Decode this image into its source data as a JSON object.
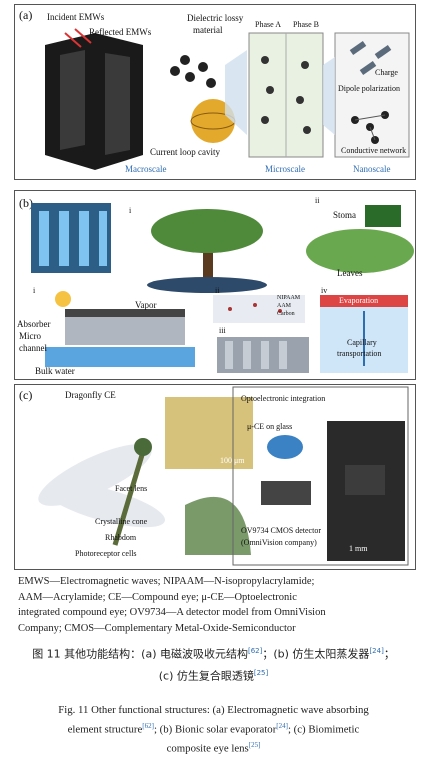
{
  "panel_a": {
    "tag": "(a)",
    "incident": "Incident EMWs",
    "reflected": "Reflected EMWs",
    "dielectric": "Dielectric lossy",
    "material": "material",
    "loop": "Current loop cavity",
    "phase_a": "Phase A",
    "phase_b": "Phase B",
    "charge": "Charge",
    "dipole": "Dipole polarization",
    "conductive": "Conductive network",
    "macro": "Macroscale",
    "micro": "Microscale",
    "nano": "Nanoscale"
  },
  "panel_b": {
    "tag": "(b)",
    "num_i_top": "i",
    "num_ii_top": "ii",
    "stoma": "Stoma",
    "leaves": "Leaves",
    "num_i": "i",
    "num_ii": "ii",
    "num_iii": "iii",
    "num_iv": "iv",
    "vapor": "Vapor",
    "absorber": "Absorber",
    "micro": "Micro",
    "channel": "channel",
    "bulk": "Bulk water",
    "nipaam": "NIPAAM",
    "aam": "AAM",
    "carbon": "Carbon",
    "evaporation": "Evaporation",
    "capillary": "Capillary",
    "transport": "transportation"
  },
  "panel_c": {
    "tag": "(c)",
    "dragonfly": "Dragonfly CE",
    "scale100": "100 μm",
    "facet": "Facet lens",
    "crystalline": "Crystalline cone",
    "rhabdom": "Rhabdom",
    "photoreceptor": "Photoreceptor cells",
    "opto": "Optoelectronic integration",
    "uce": "μ-CE on glass",
    "ov": "OV9734 CMOS detector",
    "omni": "(OmniVision company)",
    "scale1": "1 mm"
  },
  "abbr_lines": [
    "EMWS—Electromagnetic waves; NIPAAM—N-isopropylacrylamide;",
    "AAM—Acrylamide; CE—Compound eye; μ-CE—Optoelectronic",
    "integrated compound eye; OV9734—A detector model from OmniVision",
    "Company; CMOS—Complementary Metal-Oxide-Semiconductor"
  ],
  "caption_zh": {
    "line1": "图 11 其他功能结构：(a) 电磁波吸收元结构",
    "ref1": "[62]",
    "mid": "；(b) 仿生太阳蒸发器",
    "ref2": "[24]",
    "end1": "；",
    "line2": "(c) 仿生复合眼透镜",
    "ref3": "[25]"
  },
  "caption_en": {
    "line1": "Fig. 11 Other functional structures: (a) Electromagnetic wave absorbing",
    "line2a": "element structure",
    "ref1": "[62]",
    "line2b": "; (b) Bionic solar evaporator",
    "ref2": "[24]",
    "line2c": "; (c) Biomimetic",
    "line3": "composite eye lens",
    "ref3": "[25]"
  },
  "colors": {
    "accent_blue": "#2f6db3",
    "water_blue": "#5aa4e0",
    "leaf_green": "#6aa84f",
    "panel_border": "#555555"
  }
}
